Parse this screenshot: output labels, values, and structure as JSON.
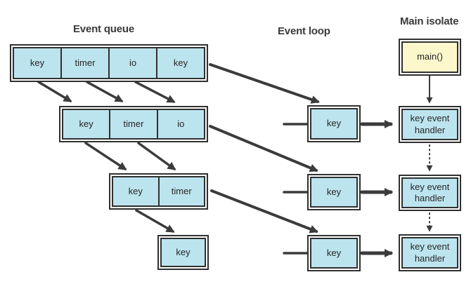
{
  "diagram": {
    "headings": {
      "event_queue": "Event queue",
      "event_loop": "Event loop",
      "main_isolate": "Main isolate"
    },
    "queue_rows": [
      {
        "cells": [
          "key",
          "timer",
          "io",
          "key"
        ]
      },
      {
        "cells": [
          "key",
          "timer",
          "io"
        ]
      },
      {
        "cells": [
          "key",
          "timer"
        ]
      },
      {
        "cells": [
          "key"
        ]
      }
    ],
    "event_loop_boxes": [
      "key",
      "key",
      "key"
    ],
    "main_box_label": "main()",
    "handler_boxes": [
      "key event handler",
      "key event handler",
      "key event handler"
    ],
    "colors": {
      "event_fill": "#bce4ee",
      "main_fill": "#fdf8cc",
      "border": "#303030",
      "arrow": "#3b3b3b",
      "background": "#ffffff"
    }
  }
}
